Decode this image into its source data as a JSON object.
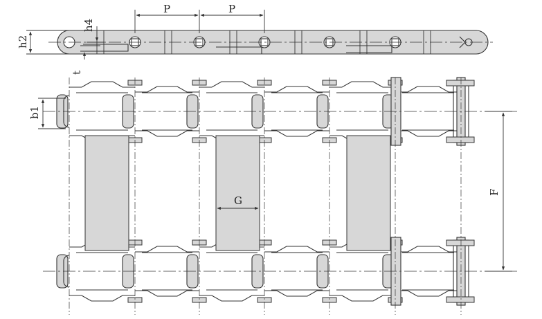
{
  "labels": {
    "pitch": "P",
    "h2": "h2",
    "h4": "h4",
    "t": "t",
    "b1": "b1",
    "g": "G",
    "f": "F"
  },
  "colors": {
    "line": "#333333",
    "fill": "#d7d7d7",
    "background": "#ffffff"
  }
}
